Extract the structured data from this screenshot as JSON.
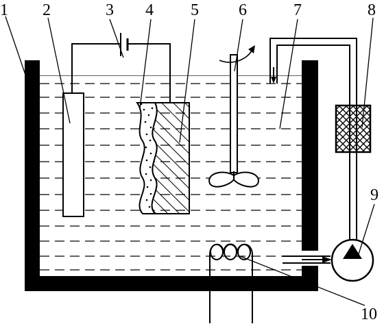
{
  "labels": {
    "n1": "1",
    "n2": "2",
    "n3": "3",
    "n4": "4",
    "n5": "5",
    "n6": "6",
    "n7": "7",
    "n8": "8",
    "n9": "9",
    "n10": "10"
  },
  "colors": {
    "ink": "#000000",
    "paper": "#ffffff"
  }
}
